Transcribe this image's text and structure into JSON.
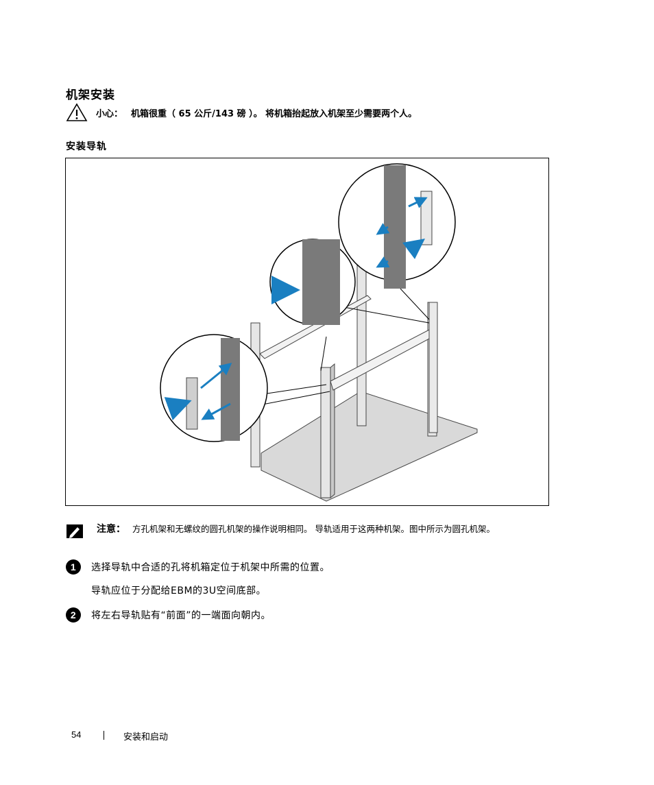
{
  "section_title": "机架安装",
  "caution": {
    "icon": "warning-triangle-icon",
    "label": "小心：",
    "text": "机箱很重（ 65 公斤/143 磅 ）。 将机箱抬起放入机架至少需要两个人。"
  },
  "sub_title": "安装导轨",
  "note": {
    "icon": "pencil-note-icon",
    "label": "注意：",
    "text": "方孔机架和无螺纹的圆孔机架的操作说明相同。 导轨适用于这两种机架。图中所示为圆孔机架。"
  },
  "steps": [
    {
      "number": "1",
      "text": "选择导轨中合适的孔将机箱定位于机架中所需的位置。",
      "sub": "导轨应位于分配给EBM的3U空间底部。"
    },
    {
      "number": "2",
      "text": "将左右导轨贴有“前面”的一端面向朝内。"
    }
  ],
  "footer": {
    "page_number": "54",
    "section": "安装和启动"
  },
  "colors": {
    "arrow_blue": "#1a7fc1",
    "rack_gray": "#a0a0a0"
  }
}
